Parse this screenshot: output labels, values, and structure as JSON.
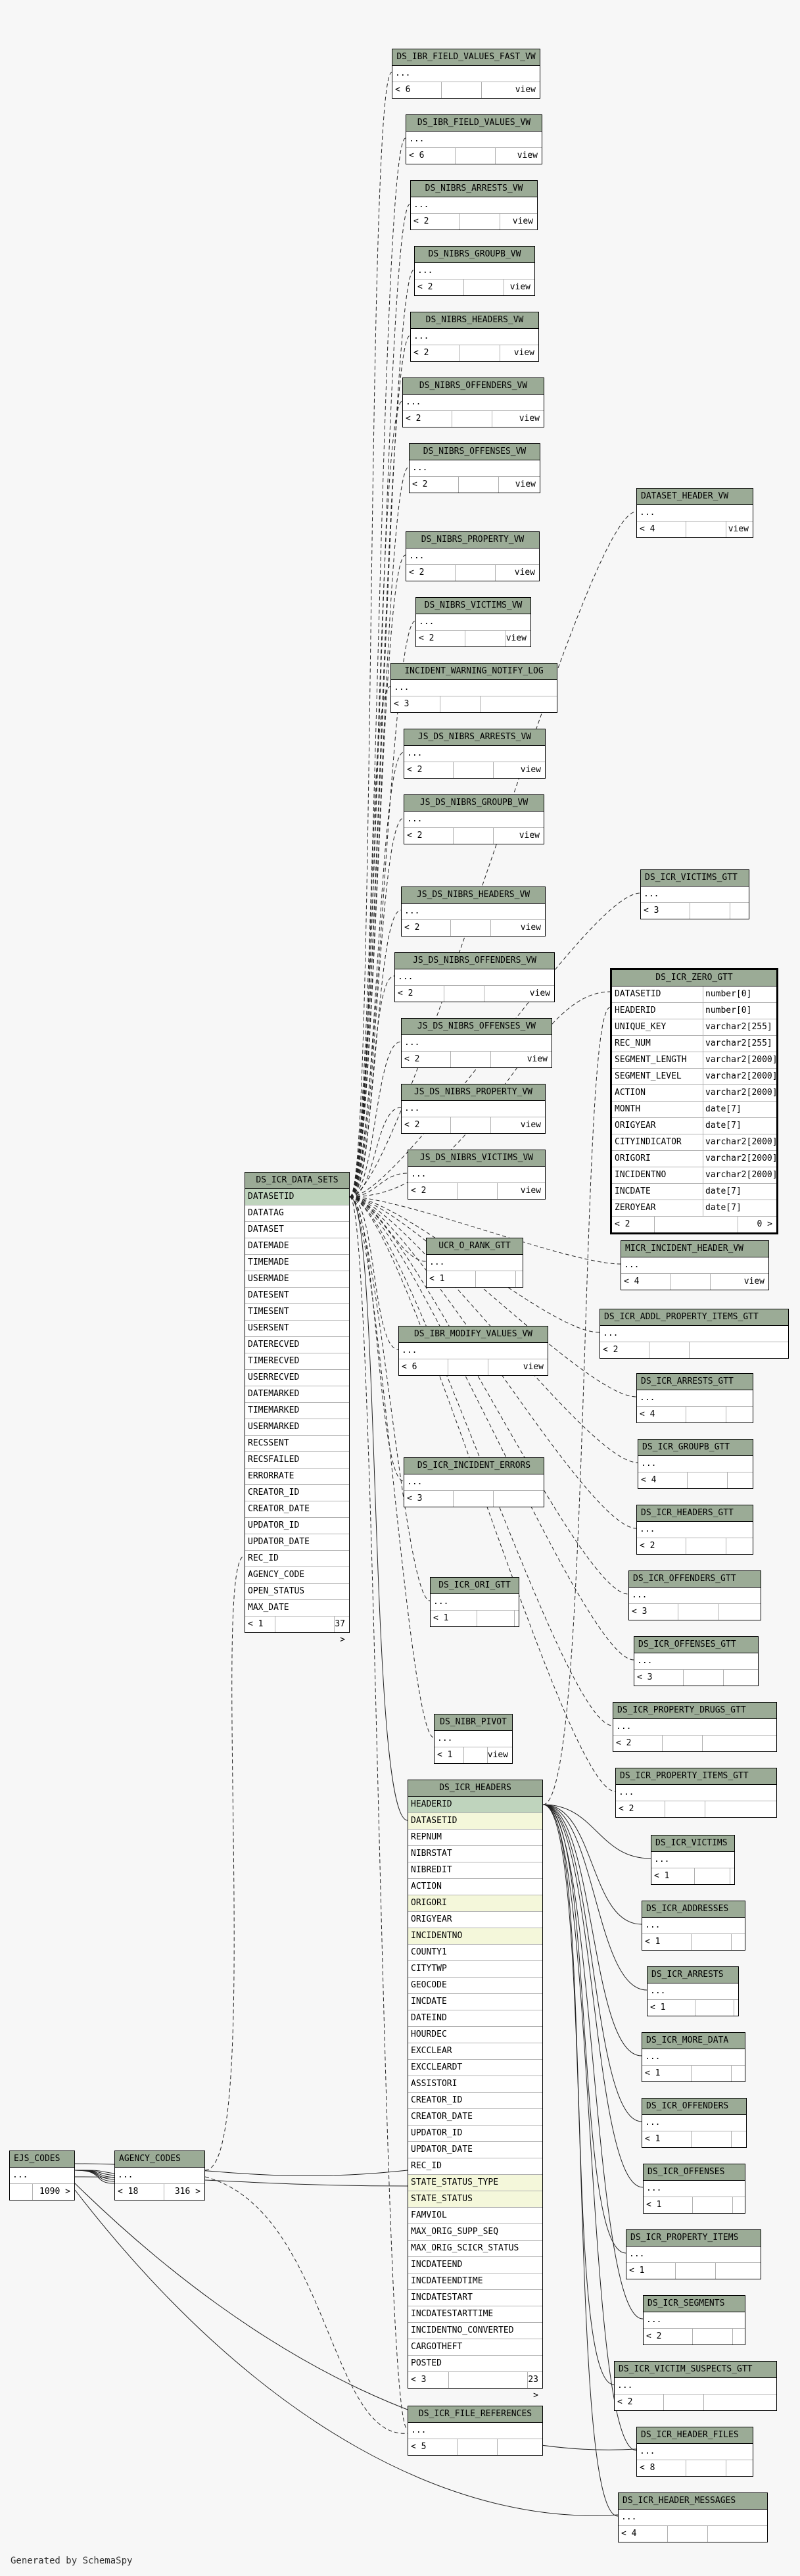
{
  "credit": "Generated by SchemaSpy",
  "views": [
    {
      "name": "DS_IBR_FIELD_VALUES_FAST_VW",
      "count": "< 6",
      "kind": "view"
    },
    {
      "name": "DS_IBR_FIELD_VALUES_VW",
      "count": "< 6",
      "kind": "view"
    },
    {
      "name": "DS_NIBRS_ARRESTS_VW",
      "count": "< 2",
      "kind": "view"
    },
    {
      "name": "DS_NIBRS_GROUPB_VW",
      "count": "< 2",
      "kind": "view"
    },
    {
      "name": "DS_NIBRS_HEADERS_VW",
      "count": "< 2",
      "kind": "view"
    },
    {
      "name": "DS_NIBRS_OFFENDERS_VW",
      "count": "< 2",
      "kind": "view"
    },
    {
      "name": "DS_NIBRS_OFFENSES_VW",
      "count": "< 2",
      "kind": "view"
    },
    {
      "name": "DS_NIBRS_PROPERTY_VW",
      "count": "< 2",
      "kind": "view"
    },
    {
      "name": "DS_NIBRS_VICTIMS_VW",
      "count": "< 2",
      "kind": "view"
    },
    {
      "name": "INCIDENT_WARNING_NOTIFY_LOG",
      "count": "< 3",
      "kind": ""
    },
    {
      "name": "JS_DS_NIBRS_ARRESTS_VW",
      "count": "< 2",
      "kind": "view"
    },
    {
      "name": "JS_DS_NIBRS_GROUPB_VW",
      "count": "< 2",
      "kind": "view"
    },
    {
      "name": "JS_DS_NIBRS_HEADERS_VW",
      "count": "< 2",
      "kind": "view"
    },
    {
      "name": "JS_DS_NIBRS_OFFENDERS_VW",
      "count": "< 2",
      "kind": "view"
    },
    {
      "name": "JS_DS_NIBRS_OFFENSES_VW",
      "count": "< 2",
      "kind": "view"
    },
    {
      "name": "JS_DS_NIBRS_PROPERTY_VW",
      "count": "< 2",
      "kind": "view"
    },
    {
      "name": "JS_DS_NIBRS_VICTIMS_VW",
      "count": "< 2",
      "kind": "view"
    },
    {
      "name": "UCR_O_RANK_GTT",
      "count": "< 1",
      "kind": ""
    },
    {
      "name": "DS_IBR_MODIFY_VALUES_VW",
      "count": "< 6",
      "kind": "view"
    },
    {
      "name": "DS_ICR_INCIDENT_ERRORS",
      "count": "< 3",
      "kind": ""
    },
    {
      "name": "DS_ICR_ORI_GTT",
      "count": "< 1",
      "kind": ""
    },
    {
      "name": "DS_NIBR_PIVOT",
      "count": "< 1",
      "kind": "view"
    },
    {
      "name": "DS_ICR_FILE_REFERENCES",
      "count": "< 5",
      "kind": ""
    }
  ],
  "right_tables": [
    {
      "name": "DATASET_HEADER_VW",
      "count": "< 4",
      "kind": "view"
    },
    {
      "name": "DS_ICR_VICTIMS_GTT",
      "count": "< 3",
      "kind": ""
    },
    {
      "name": "MICR_INCIDENT_HEADER_VW",
      "count": "< 4",
      "kind": "view"
    },
    {
      "name": "DS_ICR_ADDL_PROPERTY_ITEMS_GTT",
      "count": "< 2",
      "kind": ""
    },
    {
      "name": "DS_ICR_ARRESTS_GTT",
      "count": "< 4",
      "kind": ""
    },
    {
      "name": "DS_ICR_GROUPB_GTT",
      "count": "< 4",
      "kind": ""
    },
    {
      "name": "DS_ICR_HEADERS_GTT",
      "count": "< 2",
      "kind": ""
    },
    {
      "name": "DS_ICR_OFFENDERS_GTT",
      "count": "< 3",
      "kind": ""
    },
    {
      "name": "DS_ICR_OFFENSES_GTT",
      "count": "< 3",
      "kind": ""
    },
    {
      "name": "DS_ICR_PROPERTY_DRUGS_GTT",
      "count": "< 2",
      "kind": ""
    },
    {
      "name": "DS_ICR_PROPERTY_ITEMS_GTT",
      "count": "< 2",
      "kind": ""
    },
    {
      "name": "DS_ICR_VICTIMS",
      "count": "< 1",
      "kind": ""
    },
    {
      "name": "DS_ICR_ADDRESSES",
      "count": "< 1",
      "kind": ""
    },
    {
      "name": "DS_ICR_ARRESTS",
      "count": "< 1",
      "kind": ""
    },
    {
      "name": "DS_ICR_MORE_DATA",
      "count": "< 1",
      "kind": ""
    },
    {
      "name": "DS_ICR_OFFENDERS",
      "count": "< 1",
      "kind": ""
    },
    {
      "name": "DS_ICR_OFFENSES",
      "count": "< 1",
      "kind": ""
    },
    {
      "name": "DS_ICR_PROPERTY_ITEMS",
      "count": "< 1",
      "kind": ""
    },
    {
      "name": "DS_ICR_SEGMENTS",
      "count": "< 2",
      "kind": ""
    },
    {
      "name": "DS_ICR_VICTIM_SUSPECTS_GTT",
      "count": "< 2",
      "kind": ""
    },
    {
      "name": "DS_ICR_HEADER_FILES",
      "count": "< 8",
      "kind": ""
    },
    {
      "name": "DS_ICR_HEADER_MESSAGES",
      "count": "< 4",
      "kind": ""
    }
  ],
  "zero_gtt": {
    "name": "DS_ICR_ZERO_GTT",
    "columns": [
      [
        "DATASETID",
        "number[0]"
      ],
      [
        "HEADERID",
        "number[0]"
      ],
      [
        "UNIQUE_KEY",
        "varchar2[255]"
      ],
      [
        "REC_NUM",
        "varchar2[255]"
      ],
      [
        "SEGMENT_LENGTH",
        "varchar2[2000]"
      ],
      [
        "SEGMENT_LEVEL",
        "varchar2[2000]"
      ],
      [
        "ACTION",
        "varchar2[2000]"
      ],
      [
        "MONTH",
        "date[7]"
      ],
      [
        "ORIGYEAR",
        "date[7]"
      ],
      [
        "CITYINDICATOR",
        "varchar2[2000]"
      ],
      [
        "ORIGORI",
        "varchar2[2000]"
      ],
      [
        "INCIDENTNO",
        "varchar2[2000]"
      ],
      [
        "INCDATE",
        "date[7]"
      ],
      [
        "ZEROYEAR",
        "date[7]"
      ]
    ],
    "footer_left": "< 2",
    "footer_right": "0 >"
  },
  "data_sets": {
    "name": "DS_ICR_DATA_SETS",
    "columns": [
      "DATASETID",
      "DATATAG",
      "DATASET",
      "DATEMADE",
      "TIMEMADE",
      "USERMADE",
      "DATESENT",
      "TIMESENT",
      "USERSENT",
      "DATERECVED",
      "TIMERECVED",
      "USERRECVED",
      "DATEMARKED",
      "TIMEMARKED",
      "USERMARKED",
      "RECSSENT",
      "RECSFAILED",
      "ERRORRATE",
      "CREATOR_ID",
      "CREATOR_DATE",
      "UPDATOR_ID",
      "UPDATOR_DATE",
      "REC_ID",
      "AGENCY_CODE",
      "OPEN_STATUS",
      "MAX_DATE"
    ],
    "footer_left": "< 1",
    "footer_right": "37 >"
  },
  "headers": {
    "name": "DS_ICR_HEADERS",
    "columns": [
      "HEADERID",
      "DATASETID",
      "REPNUM",
      "NIBRSTAT",
      "NIBREDIT",
      "ACTION",
      "ORIGORI",
      "ORIGYEAR",
      "INCIDENTNO",
      "COUNTY1",
      "CITYTWP",
      "GEOCODE",
      "INCDATE",
      "DATEIND",
      "HOURDEC",
      "EXCCLEAR",
      "EXCCLEARDT",
      "ASSISTORI",
      "CREATOR_ID",
      "CREATOR_DATE",
      "UPDATOR_ID",
      "UPDATOR_DATE",
      "REC_ID",
      "STATE_STATUS_TYPE",
      "STATE_STATUS",
      "FAMVIOL",
      "MAX_ORIG_SUPP_SEQ",
      "MAX_ORIG_SCICR_STATUS",
      "INCDATEEND",
      "INCDATEENDTIME",
      "INCDATESTART",
      "INCDATESTARTTIME",
      "INCIDENTNO_CONVERTED",
      "CARGOTHEFT",
      "POSTED"
    ],
    "footer_left": "< 3",
    "footer_right": "23 >"
  },
  "ejs_codes": {
    "name": "EJS_CODES",
    "row": "...",
    "footer_right": "1090 >"
  },
  "agency_codes": {
    "name": "AGENCY_CODES",
    "footer_left": "< 18",
    "footer_right": "316 >"
  },
  "ellipsis": "..."
}
